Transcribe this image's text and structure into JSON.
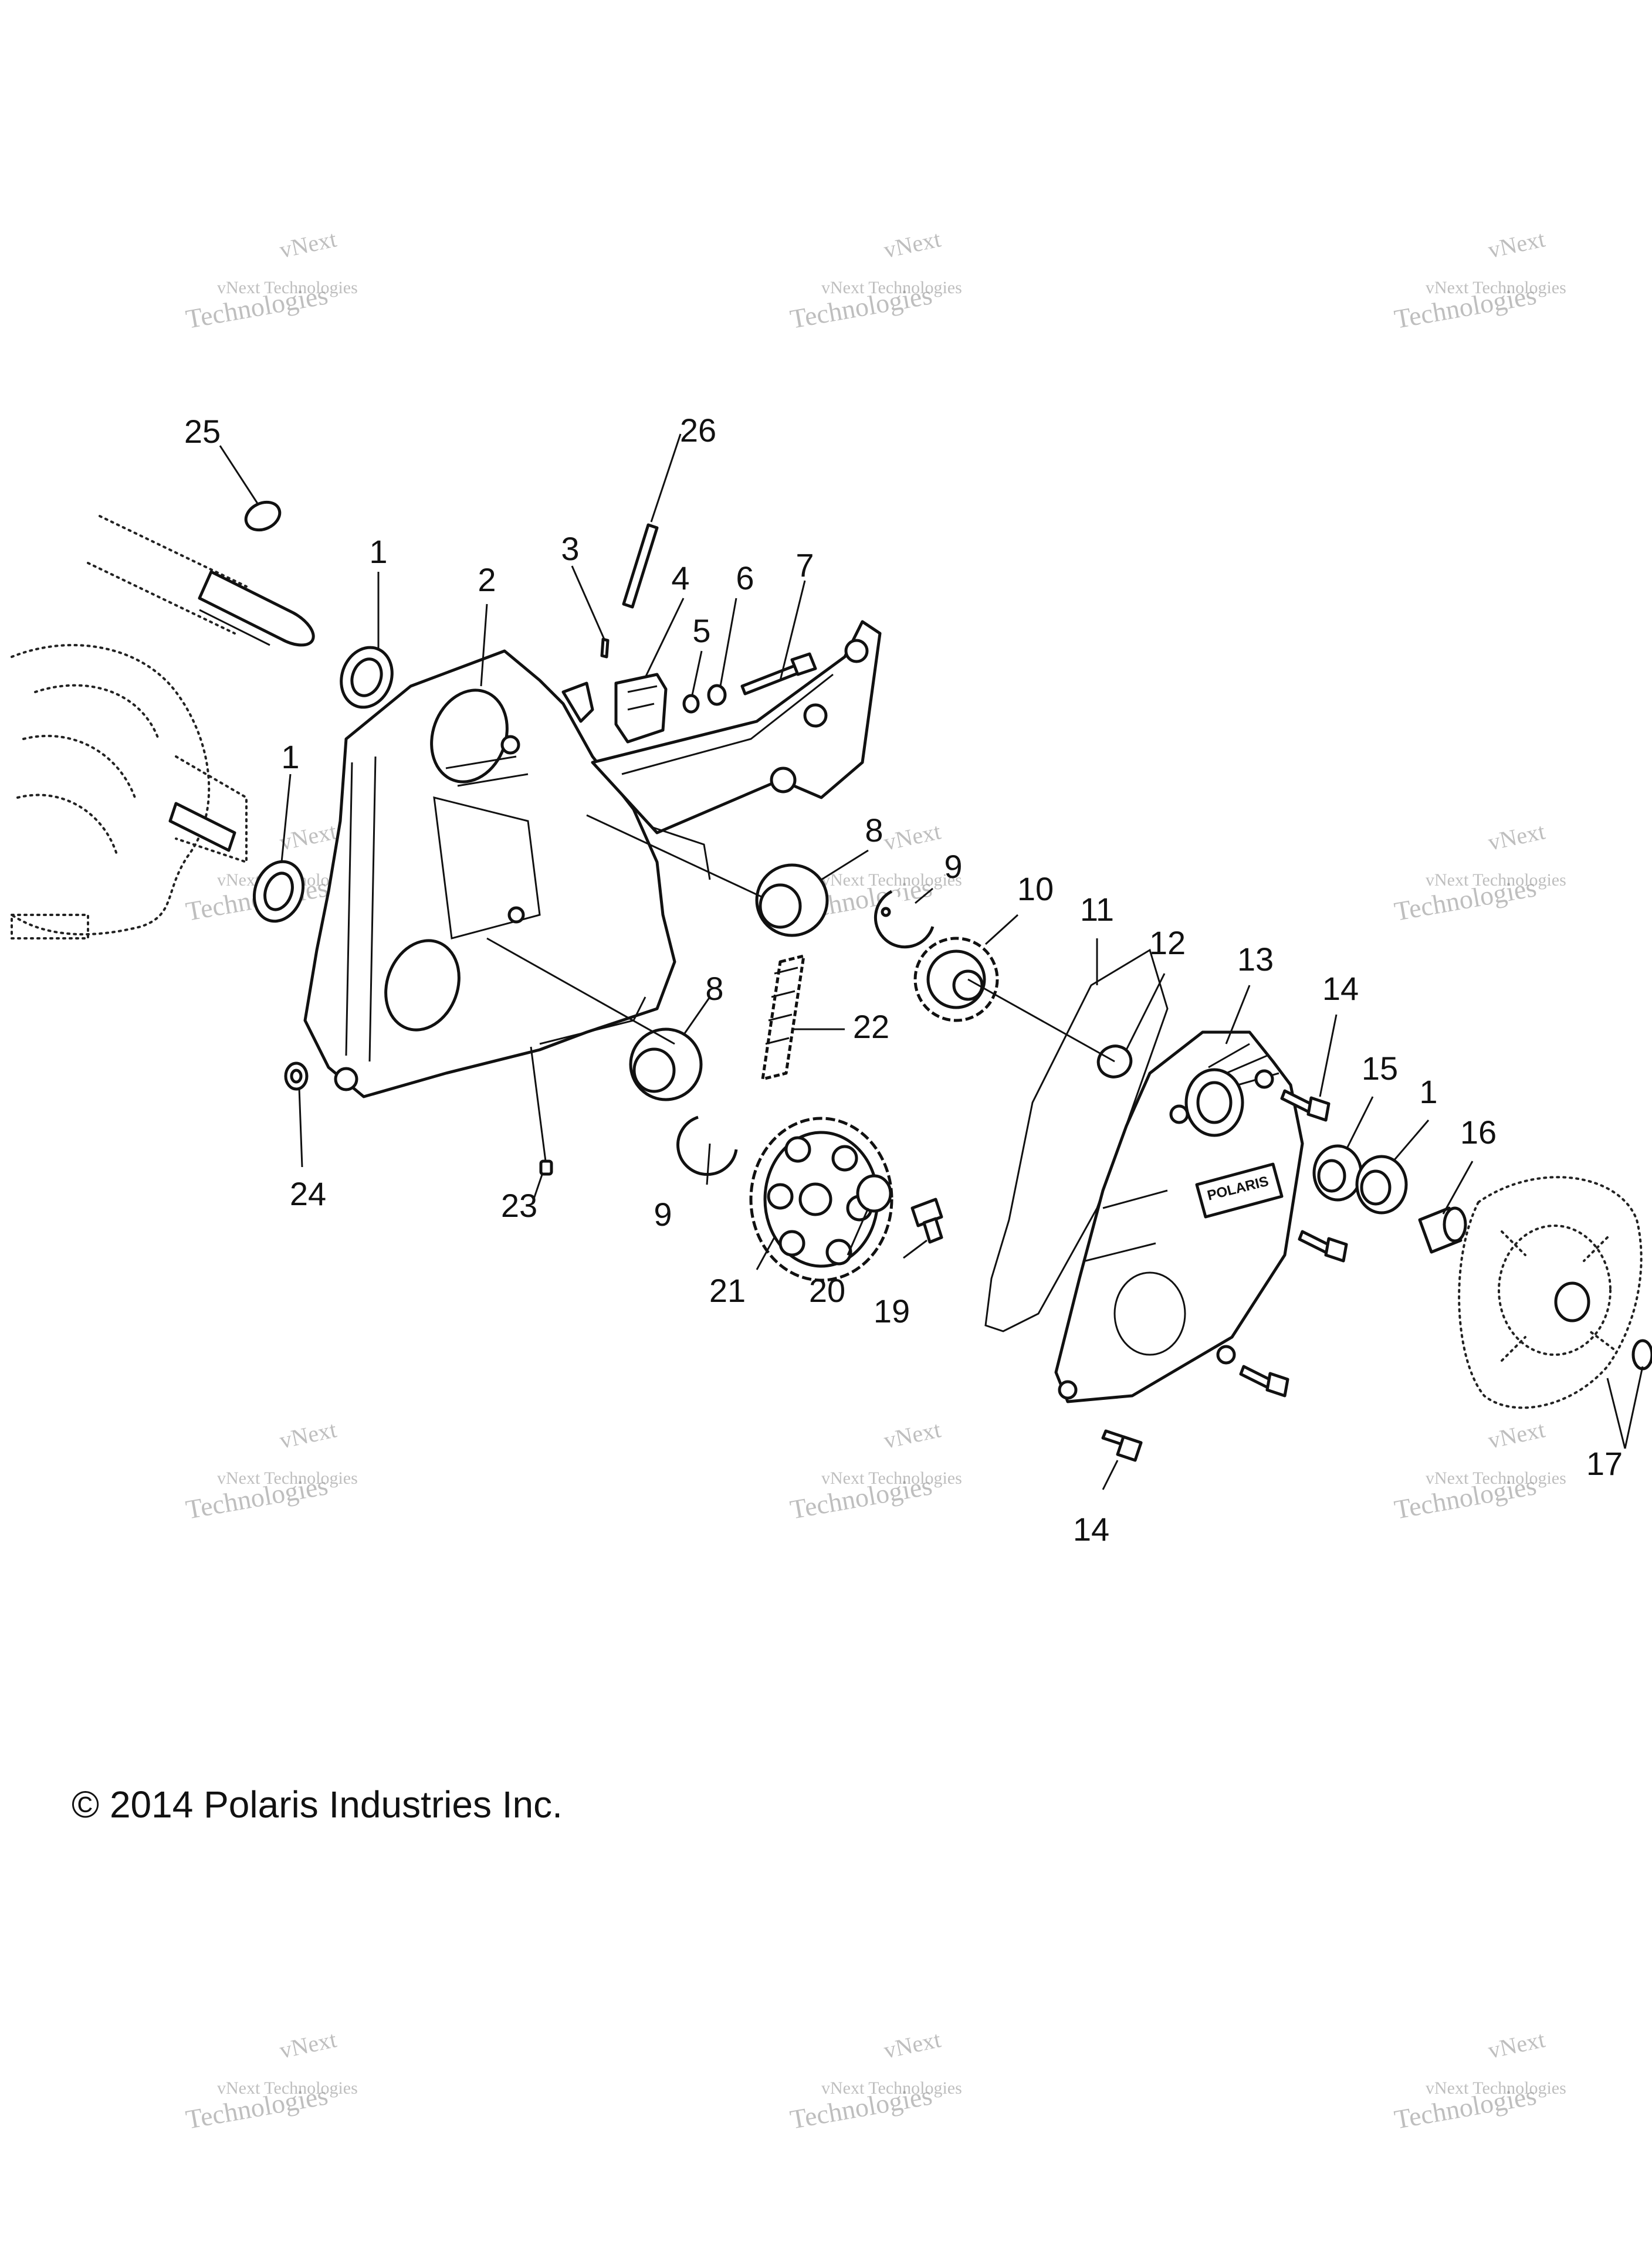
{
  "watermark": {
    "line1": "vNext",
    "line2": "vNext Technologies",
    "line3": "Technologies"
  },
  "callouts": [
    {
      "id": "c1a",
      "label": "1"
    },
    {
      "id": "c1b",
      "label": "1"
    },
    {
      "id": "c1c",
      "label": "1"
    },
    {
      "id": "c2",
      "label": "2"
    },
    {
      "id": "c3",
      "label": "3"
    },
    {
      "id": "c4",
      "label": "4"
    },
    {
      "id": "c5",
      "label": "5"
    },
    {
      "id": "c6",
      "label": "6"
    },
    {
      "id": "c7",
      "label": "7"
    },
    {
      "id": "c8a",
      "label": "8"
    },
    {
      "id": "c8b",
      "label": "8"
    },
    {
      "id": "c9a",
      "label": "9"
    },
    {
      "id": "c9b",
      "label": "9"
    },
    {
      "id": "c10",
      "label": "10"
    },
    {
      "id": "c11",
      "label": "11"
    },
    {
      "id": "c12",
      "label": "12"
    },
    {
      "id": "c13",
      "label": "13"
    },
    {
      "id": "c14a",
      "label": "14"
    },
    {
      "id": "c14b",
      "label": "14"
    },
    {
      "id": "c15",
      "label": "15"
    },
    {
      "id": "c16",
      "label": "16"
    },
    {
      "id": "c17",
      "label": "17"
    },
    {
      "id": "c19",
      "label": "19"
    },
    {
      "id": "c20",
      "label": "20"
    },
    {
      "id": "c21",
      "label": "21"
    },
    {
      "id": "c22",
      "label": "22"
    },
    {
      "id": "c23",
      "label": "23"
    },
    {
      "id": "c24",
      "label": "24"
    },
    {
      "id": "c25",
      "label": "25"
    },
    {
      "id": "c26",
      "label": "26"
    }
  ],
  "cover_logo": "POLARIS",
  "copyright": "© 2014 Polaris Industries Inc."
}
